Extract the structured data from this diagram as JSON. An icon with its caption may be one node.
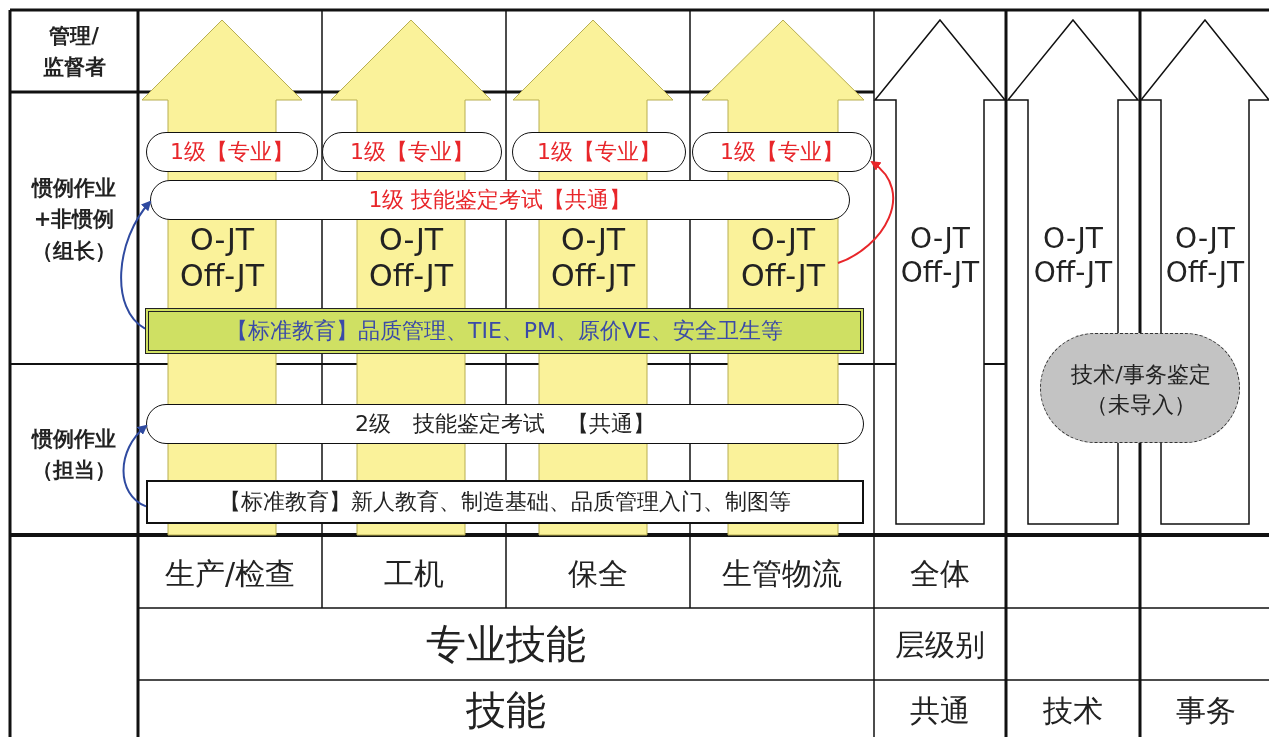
{
  "diagram": {
    "nodes": [
      {
        "text": [
          "O-JT Off-JT"
        ]
      },
      {
        "text": [
          "O-JT Off-JT"
        ]
      },
      {
        "text": [
          "O-JT Off-JT"
        ]
      },
      {
        "text": [
          "O-JT Off-JT"
        ]
      },
      {
        "text": [
          "O-JT Off-JT"
        ]
      },
      {
        "text": [
          "O-JT Off-JT"
        ]
      },
      {
        "text": [
          "O-JT Off-JT"
        ]
      },
      {
        "text": [
          "1级【专业】"
        ]
      },
      {
        "text": [
          "1级【专业】"
        ]
      },
      {
        "text": [
          "1级【专业】"
        ]
      },
      {
        "text": [
          "1级【专业】"
        ]
      },
      {
        "text": [
          "1级 技能鉴定考试【共通】"
        ]
      },
      {
        "text": [
          "【标准教育】品质管理、TIE、PM、原价VE、安全卫生等"
        ]
      },
      {
        "text": [
          "2级　技能鉴定考试　【共通】"
        ]
      },
      {
        "text": [
          "【标准教育】新人教育、制造基础、品质管理入门、制图等"
        ]
      },
      {
        "text": [
          "技术/事务鉴定（未导入）"
        ]
      }
    ],
    "edges": [
      {
        "from": 12,
        "to": 11,
        "arrow": "to"
      },
      {
        "from": 14,
        "to": 13,
        "arrow": "to"
      },
      {
        "from": 3,
        "to": 10,
        "arrow": "to",
        "color": "#e8262a"
      }
    ],
    "labels": [
      "管理/监督者",
      "惯例作业+非惯例（组长）",
      "惯例作业（担当）",
      "生产/检查",
      "工机",
      "保全",
      "生管物流",
      "全体",
      "专业技能",
      "层级别",
      "技能",
      "共通",
      "技术",
      "事务"
    ]
  }
}
